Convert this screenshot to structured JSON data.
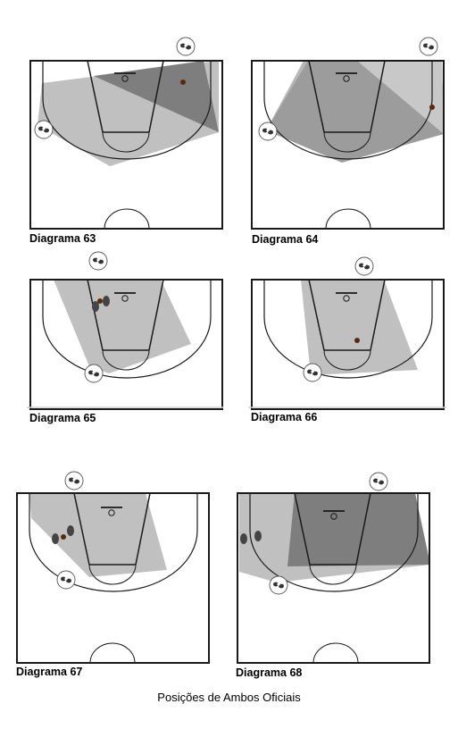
{
  "diagrams": [
    {
      "caption": "Diagrama 63"
    },
    {
      "caption": "Diagrama 64"
    },
    {
      "caption": "Diagrama 65"
    },
    {
      "caption": "Diagrama 66"
    },
    {
      "caption": "Diagrama 67"
    },
    {
      "caption": "Diagrama 68"
    }
  ],
  "footer": "Posições de Ambos Oficiais",
  "colors": {
    "shade_light": "#bdbdbd",
    "shade_dark": "#7a7a7a",
    "line": "#1a1a1a"
  }
}
